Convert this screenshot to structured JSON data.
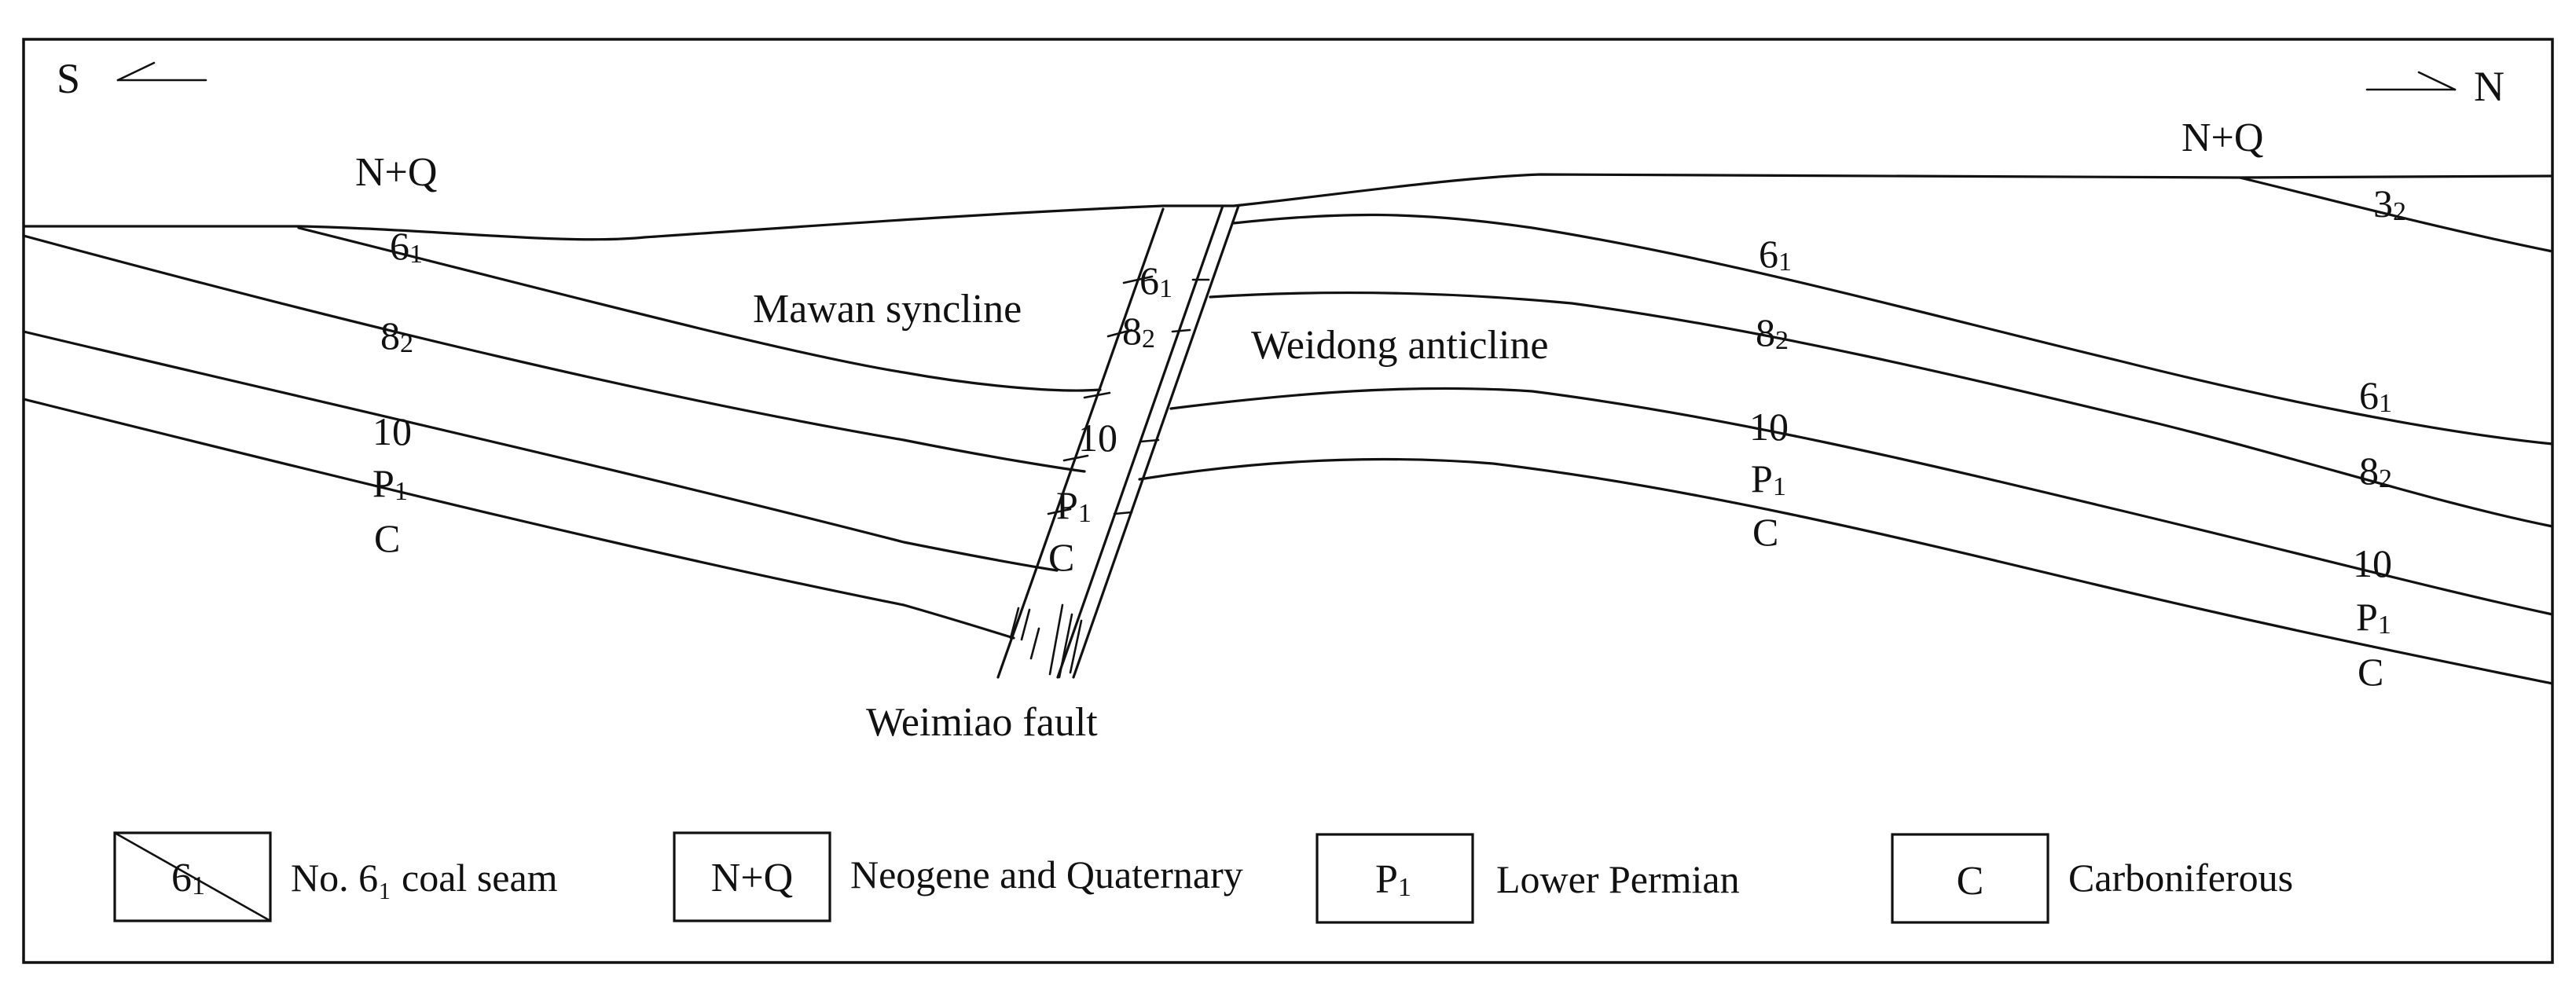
{
  "directions": {
    "south": "S",
    "north": "N"
  },
  "cover_labels": {
    "south": "N+Q",
    "north": "N+Q"
  },
  "structures": {
    "syncline": "Mawan syncline",
    "anticline": "Weidong anticline",
    "fault": "Weimiao fault"
  },
  "seams": [
    {
      "id": "seam_61",
      "base": "6",
      "sub": "1"
    },
    {
      "id": "seam_82",
      "base": "8",
      "sub": "2"
    },
    {
      "id": "seam_10",
      "base": "10",
      "sub": ""
    },
    {
      "id": "p1",
      "base": "P",
      "sub": "1"
    },
    {
      "id": "c",
      "base": "C",
      "sub": ""
    }
  ],
  "seam_32": {
    "base": "3",
    "sub": "2"
  },
  "legend": [
    {
      "symbol_base": "6",
      "symbol_sub": "1",
      "text": "No. 6₁ coal seam",
      "kind": "seam"
    },
    {
      "symbol_base": "N+Q",
      "symbol_sub": "",
      "text": "Neogene and Quaternary",
      "kind": "box"
    },
    {
      "symbol_base": "P",
      "symbol_sub": "1",
      "text": "Lower Permian",
      "kind": "box"
    },
    {
      "symbol_base": "C",
      "symbol_sub": "",
      "text": "Carboniferous",
      "kind": "box"
    }
  ]
}
